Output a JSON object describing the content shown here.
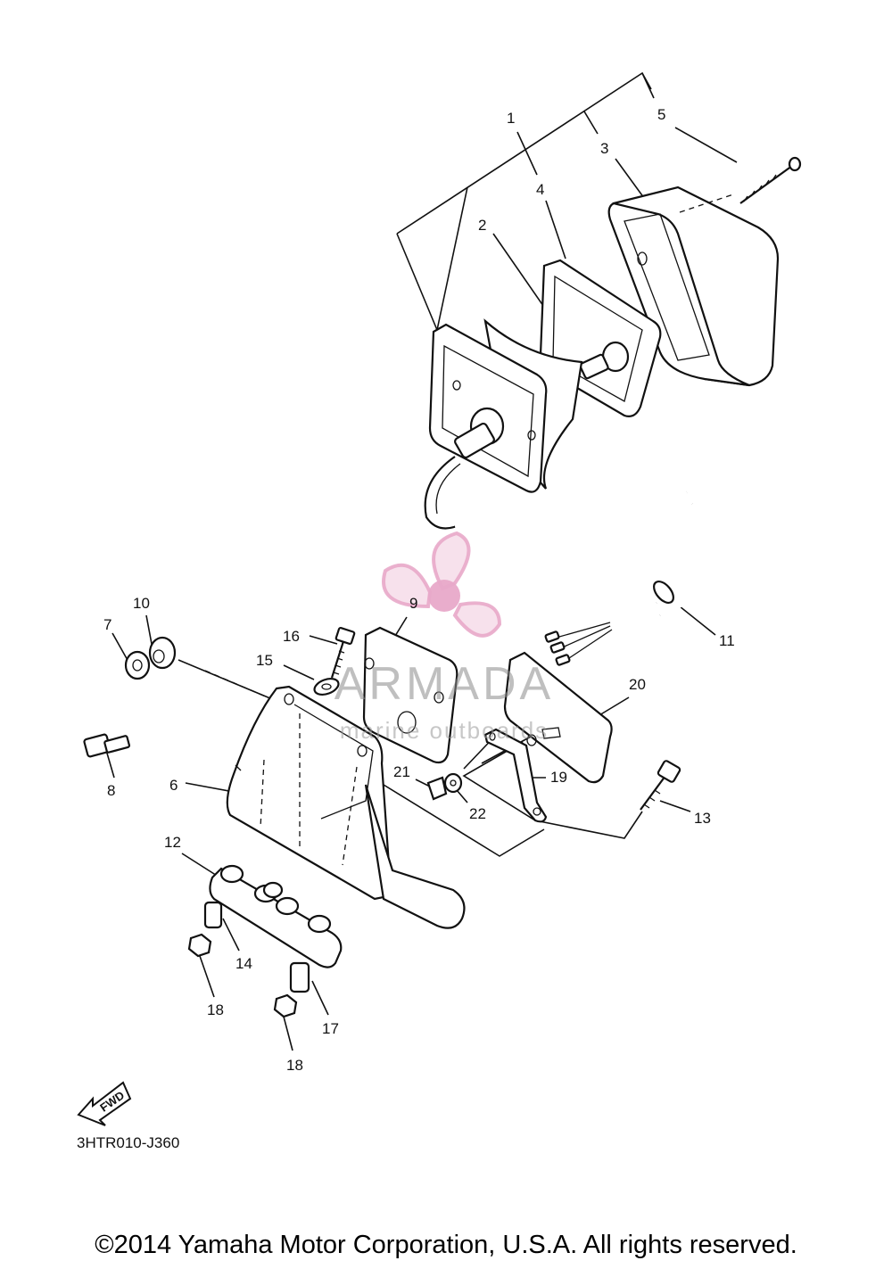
{
  "callouts": [
    {
      "id": "1",
      "label": "1"
    },
    {
      "id": "2",
      "label": "2"
    },
    {
      "id": "3",
      "label": "3"
    },
    {
      "id": "4",
      "label": "4"
    },
    {
      "id": "5",
      "label": "5"
    },
    {
      "id": "6",
      "label": "6"
    },
    {
      "id": "7",
      "label": "7"
    },
    {
      "id": "8",
      "label": "8"
    },
    {
      "id": "9",
      "label": "9"
    },
    {
      "id": "10",
      "label": "10"
    },
    {
      "id": "11",
      "label": "11"
    },
    {
      "id": "12",
      "label": "12"
    },
    {
      "id": "13",
      "label": "13"
    },
    {
      "id": "14",
      "label": "14"
    },
    {
      "id": "15",
      "label": "15"
    },
    {
      "id": "16",
      "label": "16"
    },
    {
      "id": "17",
      "label": "17"
    },
    {
      "id": "18a",
      "label": "18"
    },
    {
      "id": "18b",
      "label": "18"
    },
    {
      "id": "19",
      "label": "19"
    },
    {
      "id": "20",
      "label": "20"
    },
    {
      "id": "21",
      "label": "21"
    },
    {
      "id": "22",
      "label": "22"
    }
  ],
  "watermark": {
    "title": "ARMADA",
    "subtitle": "marine outboards",
    "color": "#e8a9c9"
  },
  "fwd_label": "FWD",
  "reference_code": "3HTR010-J360",
  "copyright": "©2014 Yamaha Motor Corporation, U.S.A. All rights reserved."
}
